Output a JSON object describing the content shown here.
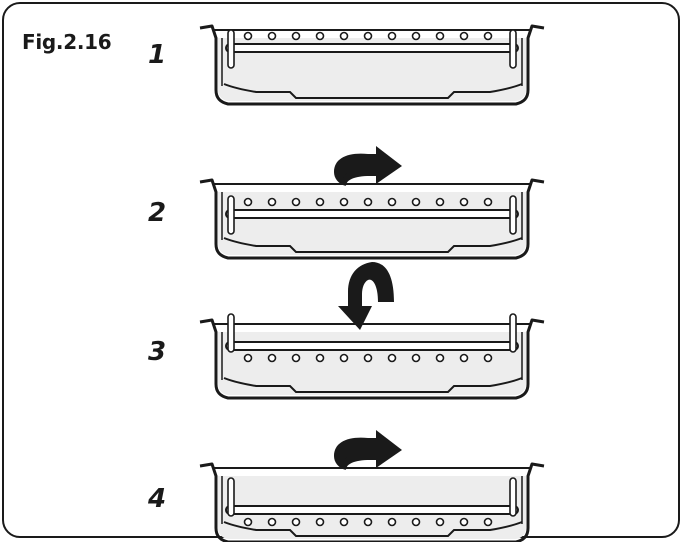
{
  "figure": {
    "label": "Fig.2.16",
    "steps": [
      {
        "number": "1"
      },
      {
        "number": "2"
      },
      {
        "number": "3"
      },
      {
        "number": "4"
      }
    ]
  },
  "colors": {
    "ink": "#1a1a1a",
    "tray_fill": "#ededed",
    "frame": "#1a1a1a"
  }
}
